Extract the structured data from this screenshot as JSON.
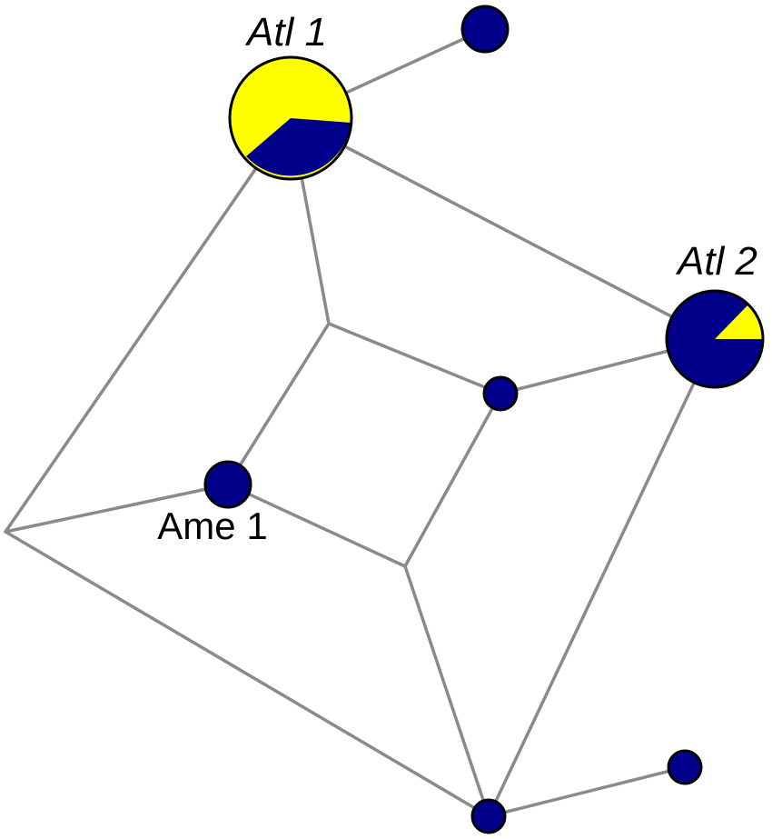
{
  "colors": {
    "haplotype_a": "#00008b",
    "haplotype_b": "#ffff00",
    "edge": "#8a8a8a",
    "outline": "#000000"
  },
  "labels": {
    "atl1": "Atl 1",
    "atl2": "Atl 2",
    "ame1": "Ame 1"
  }
}
